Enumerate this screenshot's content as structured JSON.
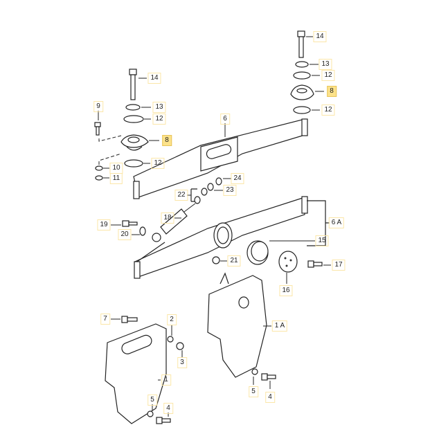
{
  "diagram": {
    "highlight_color": "#fce28a",
    "callouts": [
      {
        "id": "c14a",
        "text": "14"
      },
      {
        "id": "c13a",
        "text": "13"
      },
      {
        "id": "c12a",
        "text": "12"
      },
      {
        "id": "c8a",
        "text": "8",
        "highlighted": true
      },
      {
        "id": "c12b",
        "text": "12"
      },
      {
        "id": "c9",
        "text": "9"
      },
      {
        "id": "c10",
        "text": "10"
      },
      {
        "id": "c11",
        "text": "11"
      },
      {
        "id": "c14b",
        "text": "14"
      },
      {
        "id": "c13b",
        "text": "13"
      },
      {
        "id": "c12c",
        "text": "12"
      },
      {
        "id": "c8b",
        "text": "8",
        "highlighted": true
      },
      {
        "id": "c12d",
        "text": "12"
      },
      {
        "id": "c6",
        "text": "6"
      },
      {
        "id": "c24",
        "text": "24"
      },
      {
        "id": "c23",
        "text": "23"
      },
      {
        "id": "c22",
        "text": "22"
      },
      {
        "id": "c18",
        "text": "18"
      },
      {
        "id": "c19",
        "text": "19"
      },
      {
        "id": "c20",
        "text": "20"
      },
      {
        "id": "c6A",
        "text": "6 A"
      },
      {
        "id": "c15",
        "text": "15"
      },
      {
        "id": "c21",
        "text": "21"
      },
      {
        "id": "c17",
        "text": "17"
      },
      {
        "id": "c16",
        "text": "16"
      },
      {
        "id": "c7",
        "text": "7"
      },
      {
        "id": "c2",
        "text": "2"
      },
      {
        "id": "c1A",
        "text": "1 A"
      },
      {
        "id": "c3",
        "text": "3"
      },
      {
        "id": "c1",
        "text": "1"
      },
      {
        "id": "c5a",
        "text": "5"
      },
      {
        "id": "c4a",
        "text": "4"
      },
      {
        "id": "c5b",
        "text": "5"
      },
      {
        "id": "c4b",
        "text": "4"
      }
    ]
  }
}
